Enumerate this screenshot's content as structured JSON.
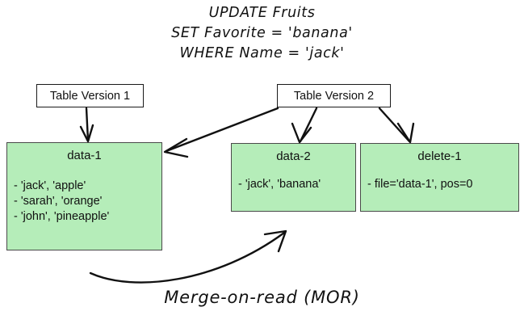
{
  "diagram": {
    "sql": {
      "lines": [
        "UPDATE Fruits",
        "SET Favorite = 'banana'",
        "WHERE Name = 'jack'"
      ]
    },
    "versions": [
      {
        "id": "table-version-1",
        "label": "Table Version 1"
      },
      {
        "id": "table-version-2",
        "label": "Table Version 2"
      }
    ],
    "files": [
      {
        "id": "data-1",
        "title": "data-1",
        "rows": [
          "- 'jack', 'apple'",
          "- 'sarah', 'orange'",
          "- 'john', 'pineapple'"
        ]
      },
      {
        "id": "data-2",
        "title": "data-2",
        "rows": [
          "- 'jack', 'banana'"
        ]
      },
      {
        "id": "delete-1",
        "title": "delete-1",
        "rows": [
          "- file='data-1', pos=0"
        ]
      }
    ],
    "caption": "Merge-on-read (MOR)",
    "colors": {
      "file_fill": "#b5edb9",
      "file_stroke": "#4a4a4a",
      "box_stroke": "#1a1a1a",
      "text": "#111111",
      "background": "#ffffff"
    },
    "arrows": [
      {
        "name": "version1-to-data1",
        "from": "table-version-1",
        "to": "data-1"
      },
      {
        "name": "version2-to-data1",
        "from": "table-version-2",
        "to": "data-1"
      },
      {
        "name": "version2-to-data2",
        "from": "table-version-2",
        "to": "data-2"
      },
      {
        "name": "version2-to-delete1",
        "from": "table-version-2",
        "to": "delete-1"
      },
      {
        "name": "merge-on-read-curve",
        "from": "caption",
        "to": "data-1"
      }
    ]
  }
}
